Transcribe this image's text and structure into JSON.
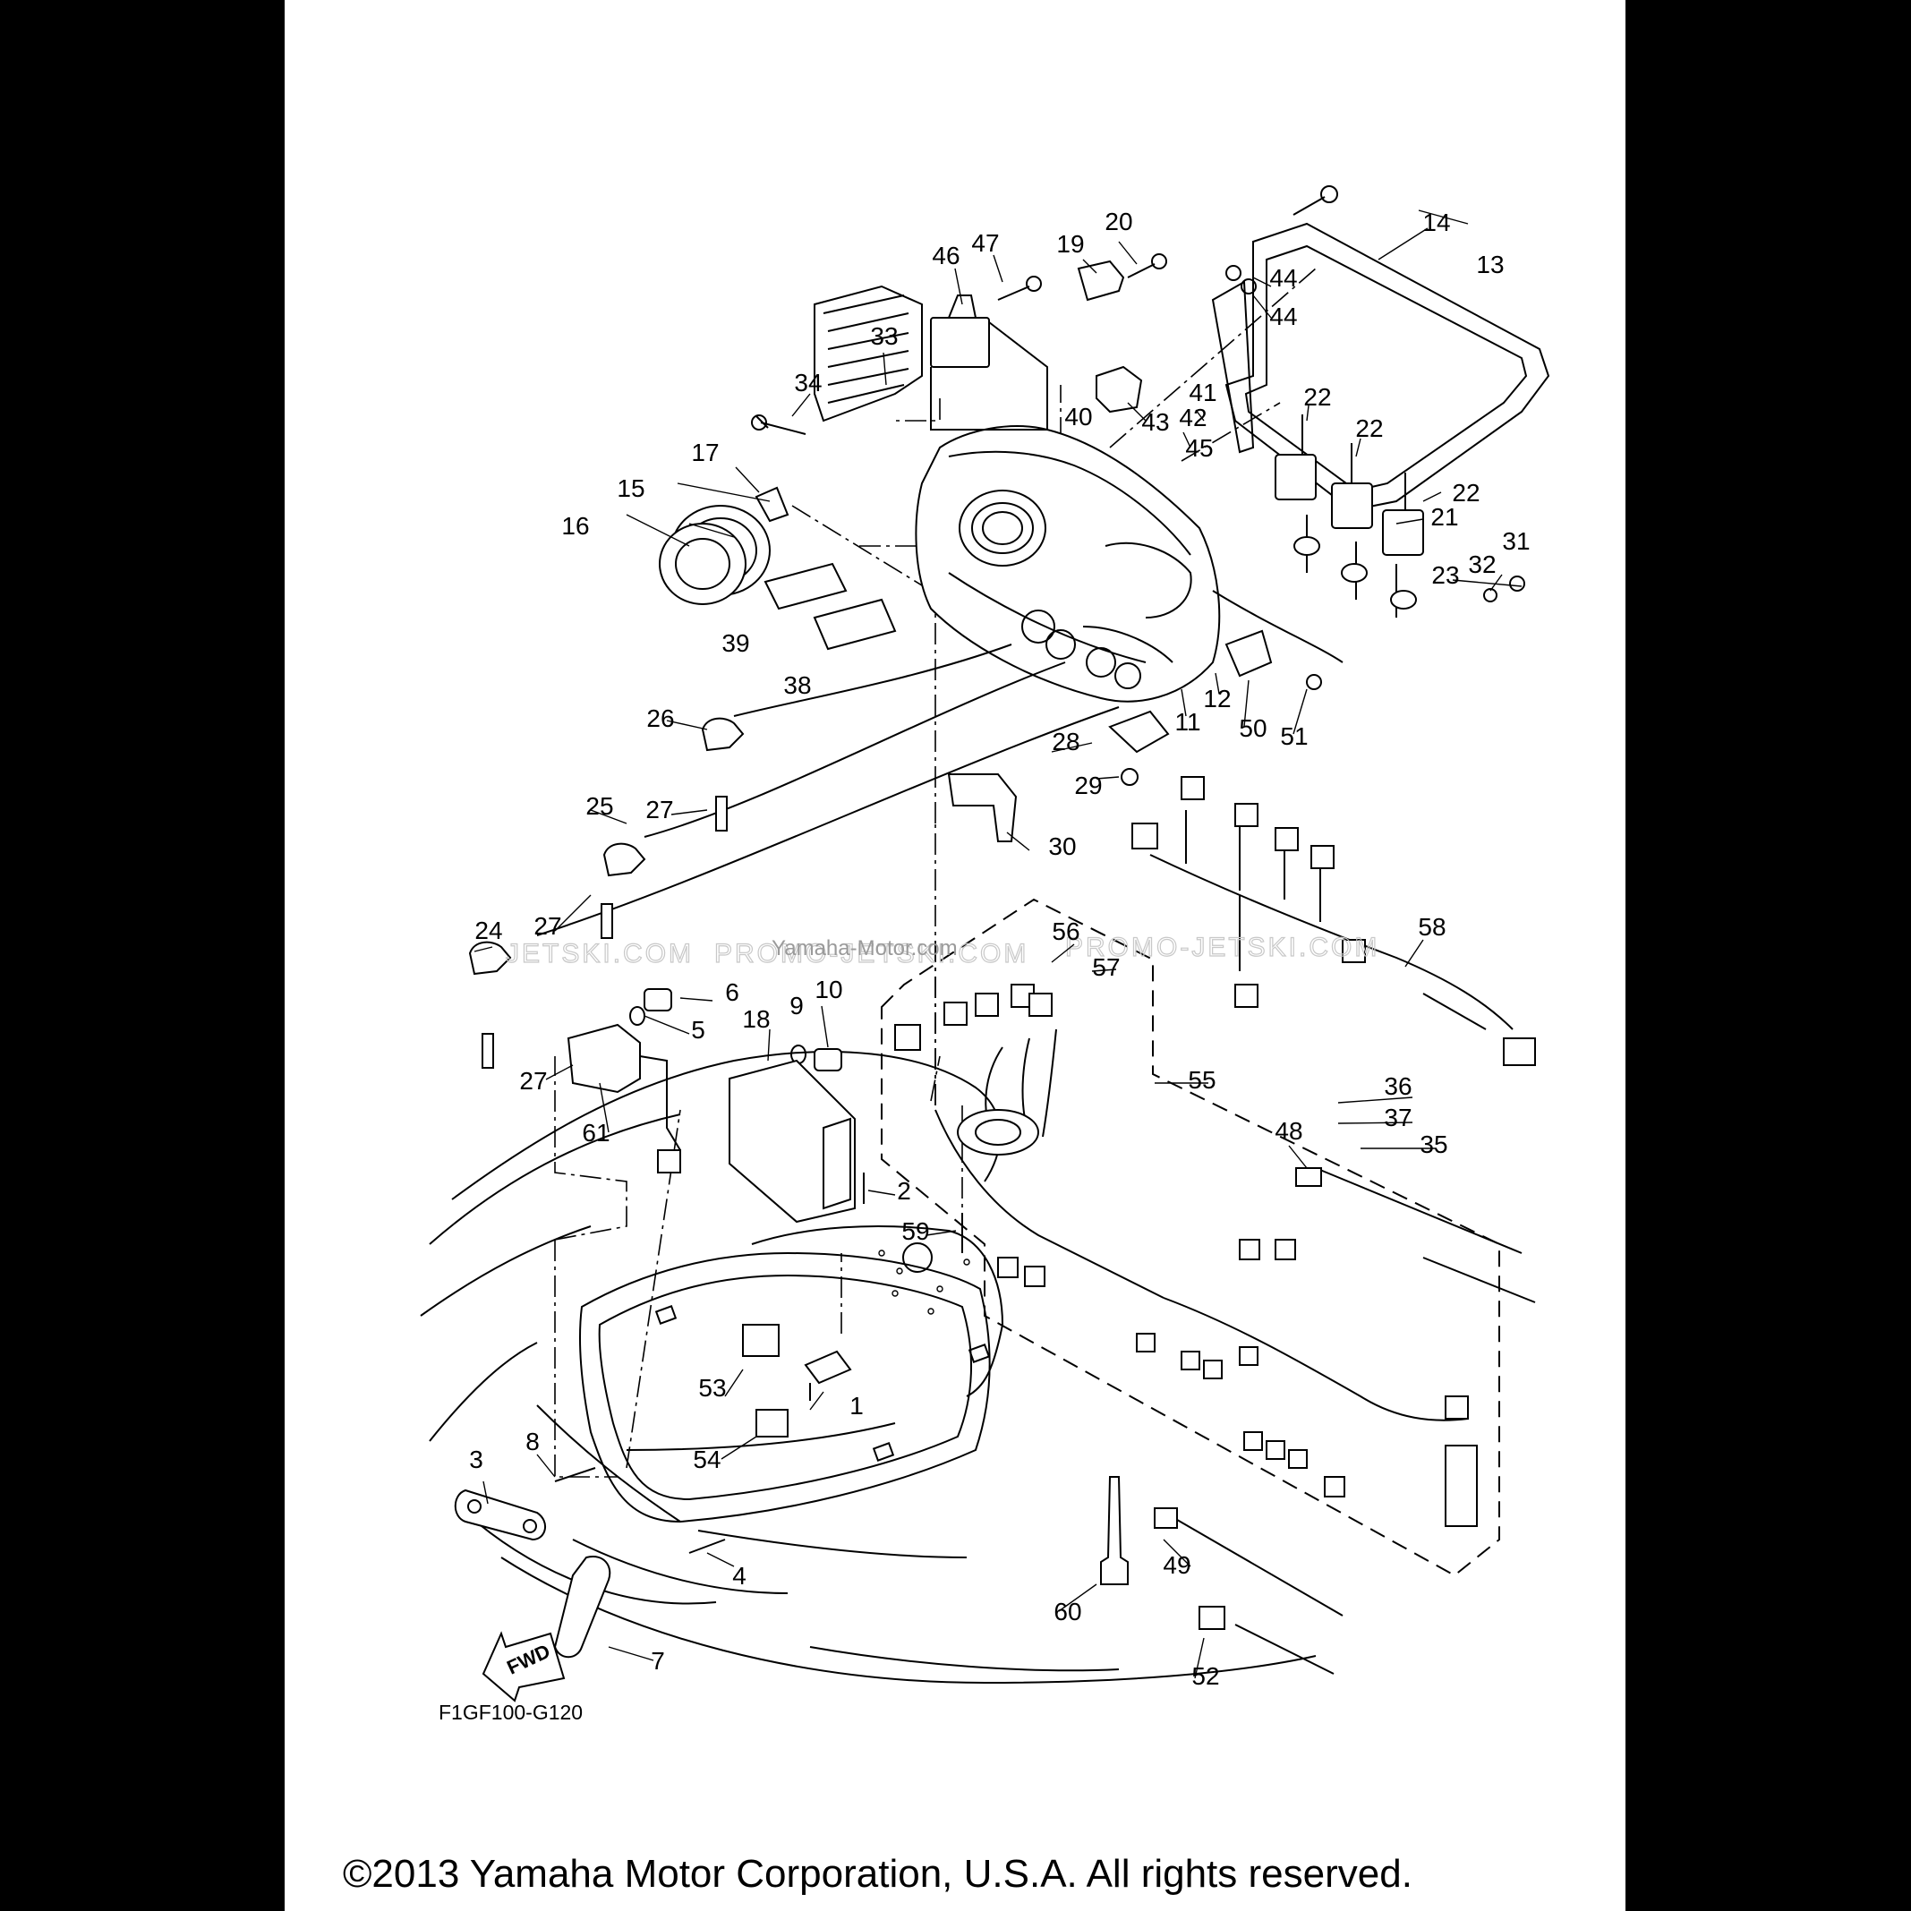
{
  "drawing_code": "F1GF100-G120",
  "direction_label": "FWD",
  "watermarks": {
    "left": "JETSKI.COM",
    "center": "PROMO-JETSKI.COM",
    "right": "PROMO-JETSKI.COM",
    "overlay": "Yamaha-Motor.com"
  },
  "copyright": "©2013 Yamaha Motor Corporation, U.S.A. All rights reserved.",
  "callouts": [
    "1",
    "2",
    "3",
    "4",
    "5",
    "6",
    "7",
    "8",
    "9",
    "10",
    "11",
    "12",
    "13",
    "14",
    "15",
    "16",
    "17",
    "18",
    "19",
    "20",
    "21",
    "22",
    "22",
    "22",
    "23",
    "24",
    "25",
    "26",
    "27",
    "27",
    "27",
    "28",
    "29",
    "30",
    "31",
    "32",
    "33",
    "34",
    "35",
    "36",
    "37",
    "38",
    "39",
    "40",
    "41",
    "42",
    "43",
    "44",
    "44",
    "45",
    "46",
    "47",
    "48",
    "49",
    "50",
    "51",
    "52",
    "53",
    "54",
    "55",
    "56",
    "57",
    "58",
    "59",
    "60",
    "61"
  ]
}
